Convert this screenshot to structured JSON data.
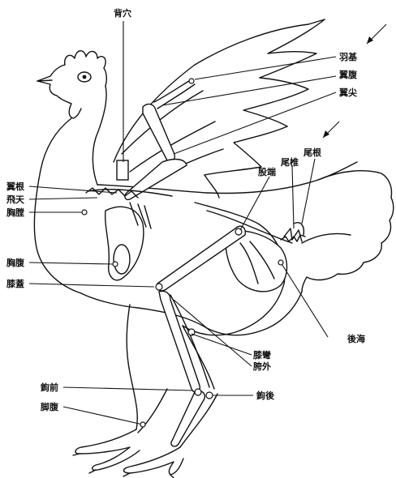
{
  "labels": {
    "top": "背穴",
    "yu_ji": "羽基",
    "yi_fu": "翼腹",
    "yi_jian": "翼尖",
    "wei_gen": "尾根",
    "wei_zhui": "尾椎",
    "gu_duan": "股端",
    "yi_gen": "翼根",
    "fei_tian": "飛天",
    "xiong_tang": "胸膛",
    "xiong_fu": "胸腹",
    "xi_gai": "膝蓋",
    "hou_hai": "後海",
    "xi_wan": "膝彎",
    "kua_wai": "胯外",
    "gou_qian": "鉤前",
    "gou_hou": "鉤後",
    "jiao_fu": "脚腹"
  }
}
